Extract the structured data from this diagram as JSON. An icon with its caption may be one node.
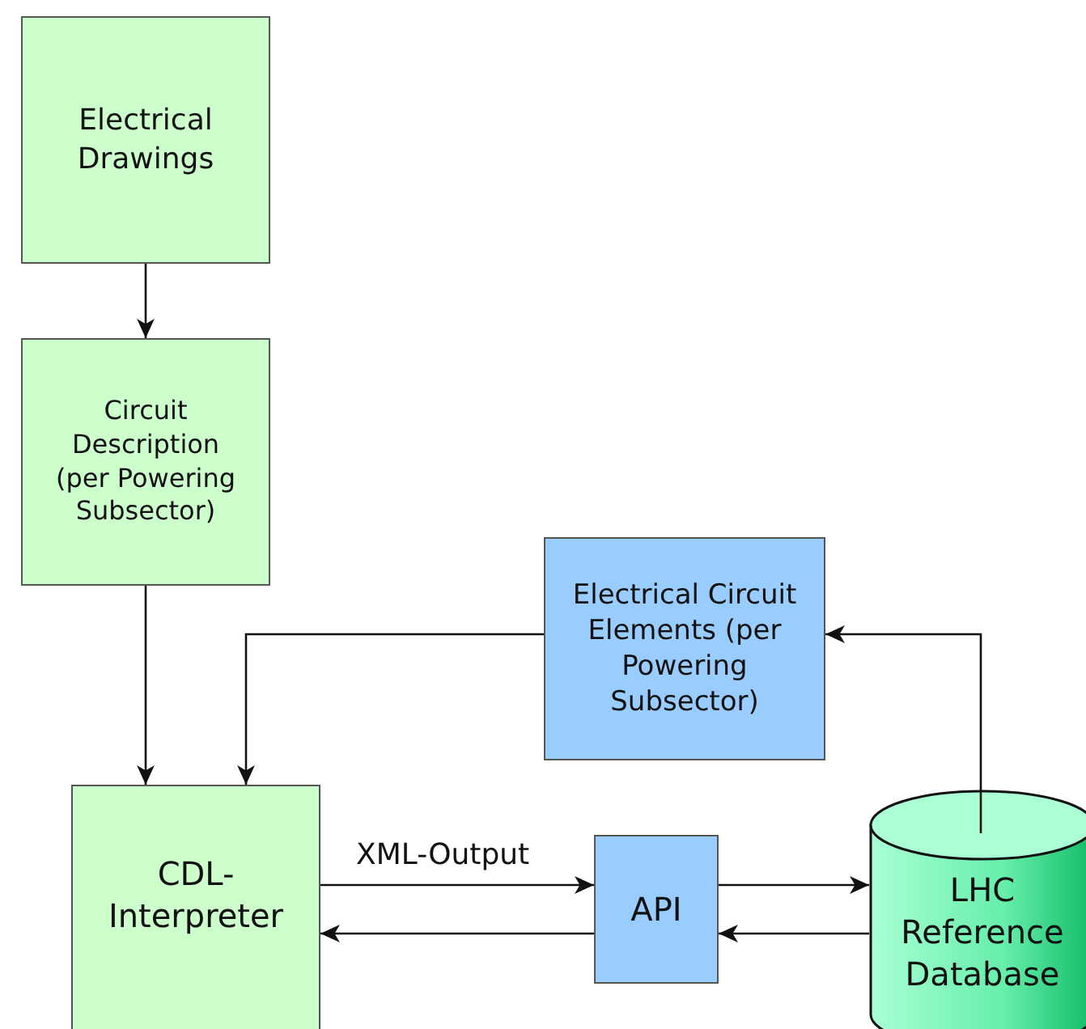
{
  "diagram": {
    "nodes": [
      {
        "text": [
          "Electrical Drawings"
        ]
      },
      {
        "text": [
          "Circuit Description (per Powering Subsector)"
        ]
      },
      {
        "text": [
          "Electrical Circuit Elements (per Powering Subsector)"
        ]
      },
      {
        "text": [
          "CDL- Interpreter"
        ]
      },
      {
        "text": [
          "API"
        ]
      },
      {
        "text": [
          "LHC Reference Database"
        ]
      }
    ],
    "edges": [
      {
        "from": 0,
        "to": 1,
        "arrow": "to"
      },
      {
        "from": 1,
        "to": 3,
        "arrow": "to"
      },
      {
        "from": 2,
        "to": 3,
        "arrow": "to"
      },
      {
        "from": 3,
        "to": 4,
        "arrow": "to",
        "label": "XML-Output"
      },
      {
        "from": 4,
        "to": 5,
        "arrow": "to"
      },
      {
        "from": 5,
        "to": 4,
        "arrow": "to"
      },
      {
        "from": 4,
        "to": 3,
        "arrow": "to"
      },
      {
        "from": 5,
        "to": 2,
        "arrow": "to"
      }
    ]
  }
}
